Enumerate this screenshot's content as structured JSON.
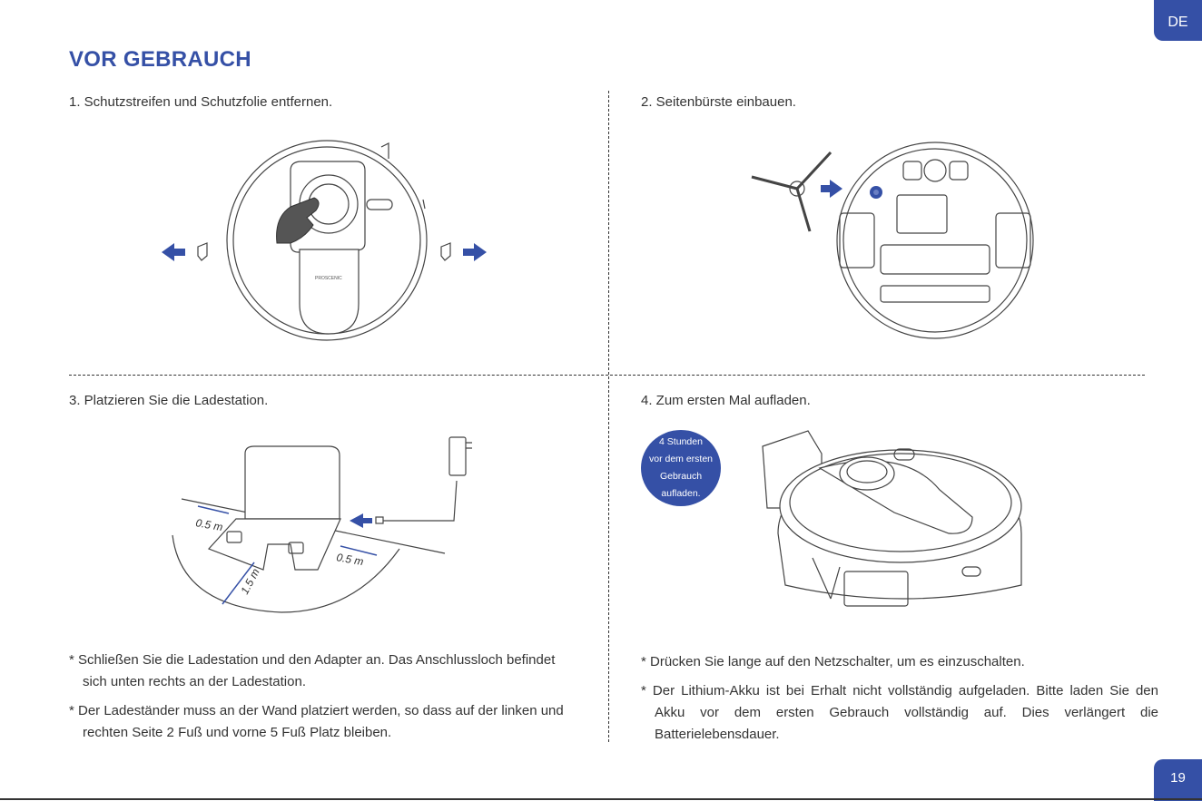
{
  "lang_tab": "DE",
  "page_number": "19",
  "title": "VOR GEBRAUCH",
  "steps": [
    "1. Schutzstreifen und Schutzfolie entfernen.",
    "2. Seitenbürste einbauen.",
    "3. Platzieren Sie die Ladestation.",
    "4. Zum ersten Mal aufladen."
  ],
  "robot_brand": "PROSCENIC",
  "station_labels": {
    "left": "0.5 m",
    "right": "0.5 m",
    "front": "1.5 m"
  },
  "badge": {
    "lines": [
      "4 Stunden",
      "vor dem ersten",
      "Gebrauch",
      "aufladen."
    ]
  },
  "notes_left": [
    "* Schließen Sie die Ladestation und den Adapter an. Das Anschlussloch befindet sich unten rechts an der Ladestation.",
    "* Der Ladeständer muss an der Wand platziert werden, so dass auf der linken und rechten Seite 2 Fuß und vorne 5 Fuß Platz bleiben."
  ],
  "notes_right": [
    "* Drücken Sie lange auf den Netzschalter, um es einzuschalten.",
    "* Der Lithium-Akku ist bei Erhalt nicht vollständig aufgeladen. Bitte laden Sie den Akku vor dem ersten Gebrauch vollständig auf. Dies verlängert die Batterielebensdauer."
  ],
  "colors": {
    "accent": "#3550a6",
    "text": "#333333"
  }
}
